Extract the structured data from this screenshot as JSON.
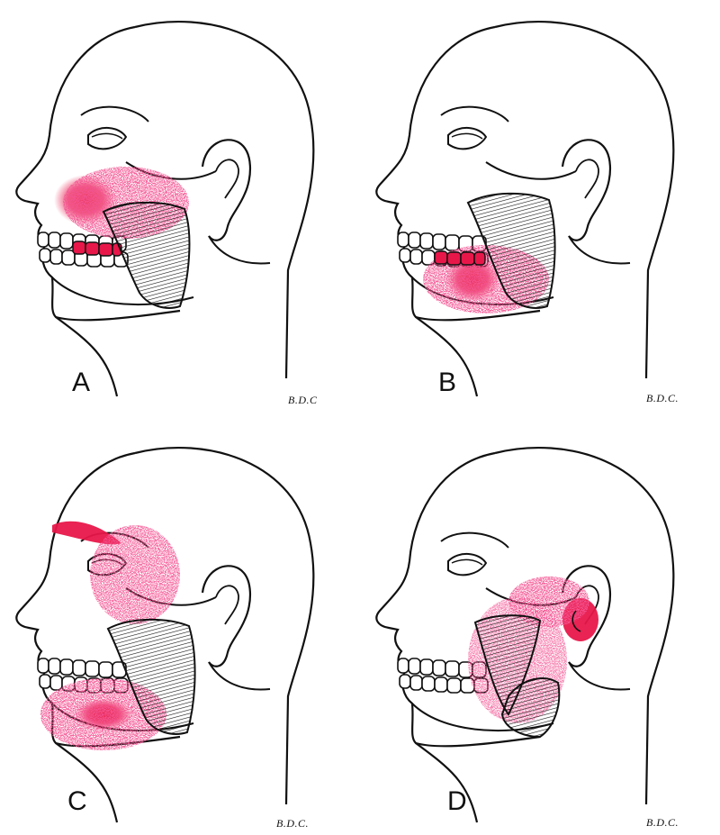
{
  "figure": {
    "description": "Four head profiles showing referred pain patterns (red stippling) from masseter muscle trigger points",
    "colors": {
      "line": "#111111",
      "pain": "#e8174a",
      "background": "#ffffff"
    },
    "panels": [
      {
        "label": "A",
        "signature": "B.D.C",
        "pain_regions": [
          "upper cheek / maxilla",
          "upper molars"
        ]
      },
      {
        "label": "B",
        "signature": "B.D.C.",
        "pain_regions": [
          "lower molars",
          "mandible body"
        ]
      },
      {
        "label": "C",
        "signature": "B.D.C.",
        "pain_regions": [
          "eyebrow",
          "temple",
          "lower jaw"
        ]
      },
      {
        "label": "D",
        "signature": "B.D.C.",
        "pain_regions": [
          "ear",
          "TMJ region"
        ]
      }
    ]
  }
}
